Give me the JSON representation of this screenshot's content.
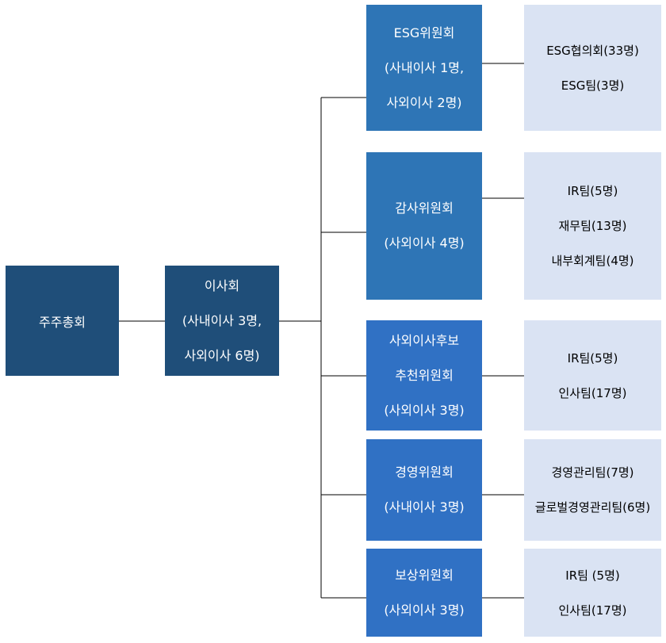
{
  "colors": {
    "dark_box": "#1f4e79",
    "committee_box": "#2e75b6",
    "team_box": "#dae3f3",
    "connector": "#000000"
  },
  "shareholders": {
    "label": "주주총회"
  },
  "board": {
    "lines": [
      "이사회",
      "(사내이사 3명,",
      "사외이사 6명)"
    ]
  },
  "committees": [
    {
      "lines": [
        "ESG위원회",
        "(사내이사 1명,",
        "사외이사 2명)"
      ],
      "teams": [
        "ESG협의회(33명)",
        "ESG팀(3명)"
      ]
    },
    {
      "lines": [
        "감사위원회",
        "(사외이사 4명)"
      ],
      "teams": [
        "IR팀(5명)",
        "재무팀(13명)",
        "내부회계팀(4명)"
      ]
    },
    {
      "lines": [
        "사외이사후보",
        "추천위원회",
        "(사외이사 3명)"
      ],
      "teams": [
        "IR팀(5명)",
        "인사팀(17명)"
      ]
    },
    {
      "lines": [
        "경영위원회",
        "(사내이사 3명)"
      ],
      "teams": [
        "경영관리팀(7명)",
        "글로벌경영관리팀(6명)"
      ]
    },
    {
      "lines": [
        "보상위원회",
        "(사외이사 3명)"
      ],
      "teams": [
        "IR팀 (5명)",
        "인사팀(17명)"
      ]
    }
  ]
}
